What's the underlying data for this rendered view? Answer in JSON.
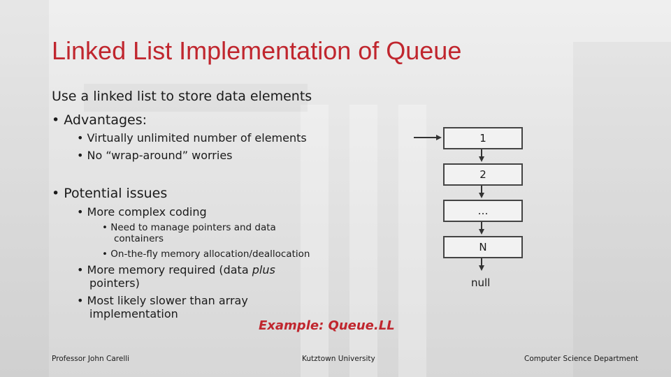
{
  "slide": {
    "title": "Linked List Implementation of Queue",
    "bullets": {
      "intro": "Use a linked list to store data elements",
      "advantages": "Advantages:",
      "adv_items": [
        "Virtually unlimited number of elements",
        "No “wrap-around” worries"
      ],
      "issues": "Potential issues",
      "issue_complex": "More complex coding",
      "sub_items": [
        "Need to manage pointers and data",
        "containers",
        "On-the-fly memory allocation/deallocation"
      ],
      "memory_pre": "More memory required (data ",
      "memory_em": "plus",
      "memory_line2": "pointers)",
      "slower_line1": "Most likely slower than array",
      "slower_line2": "implementation"
    },
    "example": "Example: Queue.LL"
  },
  "diagram": {
    "nodes": [
      "1",
      "2",
      "…",
      "N"
    ],
    "terminal": "null"
  },
  "footer": {
    "left": "Professor John Carelli",
    "center": "Kutztown University",
    "right": "Computer Science Department"
  },
  "colors": {
    "title": "#c0262e",
    "text": "#1a1a1a",
    "node_border": "#444444"
  }
}
